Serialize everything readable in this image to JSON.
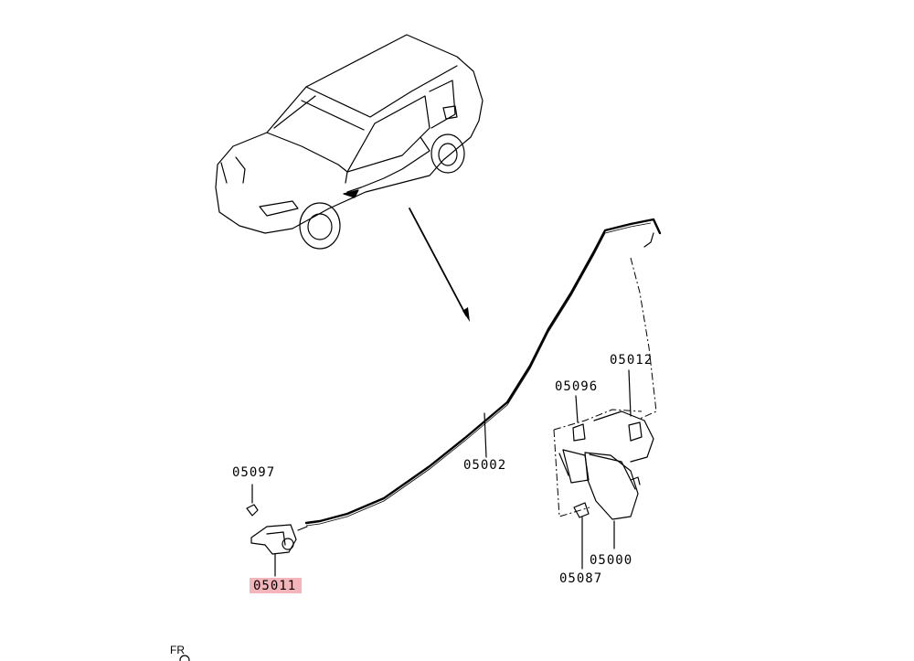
{
  "parts": {
    "cable": "05002",
    "lid_assembly": "05000",
    "hinge_bracket": "05012",
    "clip": "05096",
    "bumper": "05087",
    "handle_screw": "05097",
    "release_handle": "05011"
  },
  "highlight_color": "#f4b5ba",
  "orientation": "FR"
}
